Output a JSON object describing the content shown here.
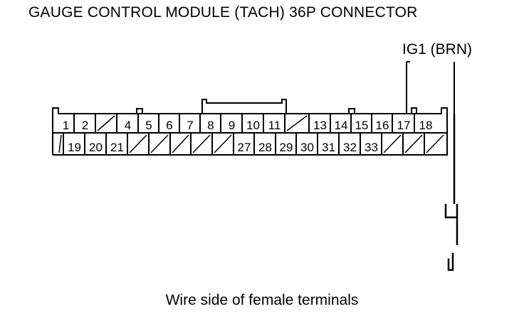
{
  "title": "GAUGE CONTROL MODULE (TACH) 36P CONNECTOR",
  "wire_label": "IG1 (BRN)",
  "caption": "Wire side of female terminals",
  "connector": {
    "row1": [
      "1",
      "2",
      "",
      "4",
      "5",
      "6",
      "7",
      "8",
      "9",
      "10",
      "11",
      "",
      "13",
      "14",
      "15",
      "16",
      "17",
      "18"
    ],
    "row2": [
      "",
      "19",
      "20",
      "21",
      "",
      "",
      "",
      "",
      "",
      "27",
      "28",
      "29",
      "30",
      "31",
      "32",
      "33",
      "",
      "",
      ""
    ],
    "highlighted_terminal": "17"
  }
}
